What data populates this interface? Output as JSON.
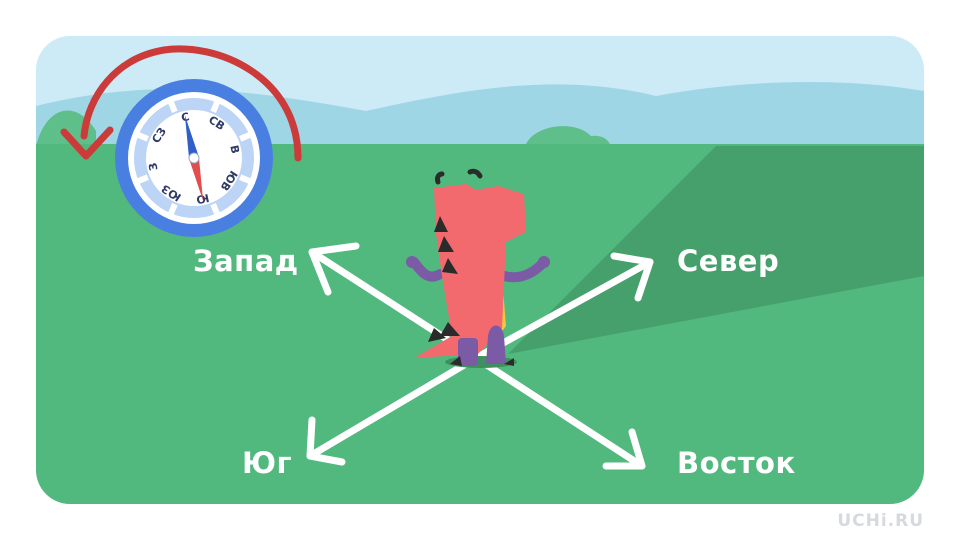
{
  "directions": {
    "west": "Запад",
    "north": "Север",
    "south": "Юг",
    "east": "Восток"
  },
  "compass": {
    "n": "С",
    "ne": "СВ",
    "e": "В",
    "se": "ЮВ",
    "s": "Ю",
    "sw": "ЮЗ",
    "w": "З",
    "nw": "СЗ"
  },
  "brand": "UCHi.RU",
  "colors": {
    "sky": "#cdebf6",
    "hills": "#9fd6e6",
    "grass": "#52b97e",
    "grass_shadow": "#46a06c",
    "arrow_white": "#ffffff",
    "compass_blue": "#4a7fe2",
    "rotation_arrow": "#cc3a3a",
    "dino": "#f26a6e",
    "dino_limbs": "#7b5aa6"
  },
  "icons": [
    "compass-icon",
    "rotation-arrow-icon",
    "dinosaur-icon"
  ]
}
